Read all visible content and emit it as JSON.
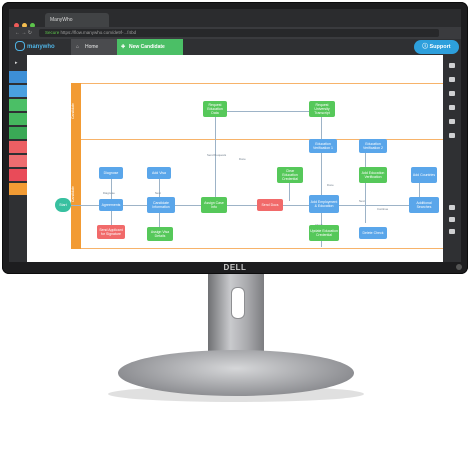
{
  "browser": {
    "tab_title": "ManyWho",
    "secure_label": "Secure",
    "url": "https://flow.manywho.com/de9f-...f4bd"
  },
  "app": {
    "brand": "manywho",
    "home_tab": "Home",
    "active_tab": "New Candidate",
    "support_button": "Support"
  },
  "monitor": {
    "brand": "DELL"
  },
  "flow": {
    "lanes": [
      "Candidate",
      "Candidate"
    ],
    "nodes": {
      "start": "Start",
      "diagnose": "Diagnose",
      "agreements": "Agreements",
      "send_applicant": "Send Applicant for Signature",
      "add_visa": "Add Visa",
      "candidate_info": "Candidate Information",
      "assign_visa": "Assign Visa Details",
      "assign_case": "Assign Case Info",
      "request_education_data": "Request Education Data",
      "send_docs": "Send Docs",
      "request_university_transcript": "Request University Transcript",
      "education_verification_1": "Education Verification 1",
      "education_verification_2": "Education Verification 2",
      "clear_education_credential": "Clear Education Credential",
      "add_education_verification": "Add Education Verification",
      "add_employment": "Add Employment & Education",
      "update_education_credential": "Update Education Credential",
      "delete_check": "Delete Check",
      "add_countries": "Add Countries",
      "additional_searches": "Additional Searches"
    }
  }
}
